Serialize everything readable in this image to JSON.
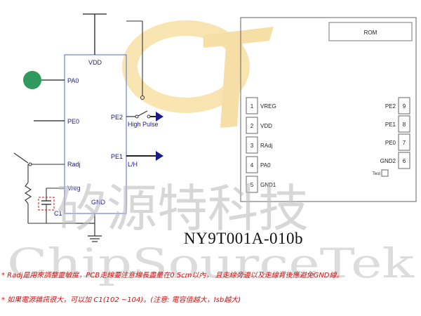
{
  "schematic": {
    "vdd": "VDD",
    "gnd": "GND",
    "pins_left": [
      "PA0",
      "PE0",
      "Radj",
      "Vreg"
    ],
    "pins_right": [
      "PE2",
      "PE1"
    ],
    "signal_high_pulse": "High Pulse",
    "signal_lh": "L/H",
    "capacitor": "C1"
  },
  "package": {
    "rom_label": "ROM",
    "pins_left": [
      {
        "num": "1",
        "label": "VREG"
      },
      {
        "num": "2",
        "label": "VDD"
      },
      {
        "num": "3",
        "label": "RAdj"
      },
      {
        "num": "4",
        "label": "PA0"
      },
      {
        "num": "5",
        "label": "GND1"
      }
    ],
    "pins_right": [
      {
        "num": "9",
        "label": "PE2"
      },
      {
        "num": "8",
        "label": "PE1"
      },
      {
        "num": "7",
        "label": "PE0"
      },
      {
        "num": "6",
        "label": "GND2"
      }
    ],
    "test_label": "Test"
  },
  "part_number": "NY9T001A-010b",
  "watermark": {
    "chinese": "矽源特科技",
    "english": "ChipSourceTek"
  },
  "notes": [
    "* Radj是用來調整靈敏度，PCB走線要注意線長盡量在0.5cm以內， 且走線旁邊以及走線背後應避免GND線。",
    "* 如果電源雜訊很大，可以加 C1(102 ~104)。(注意: 電容值越大，Isb越大)"
  ]
}
